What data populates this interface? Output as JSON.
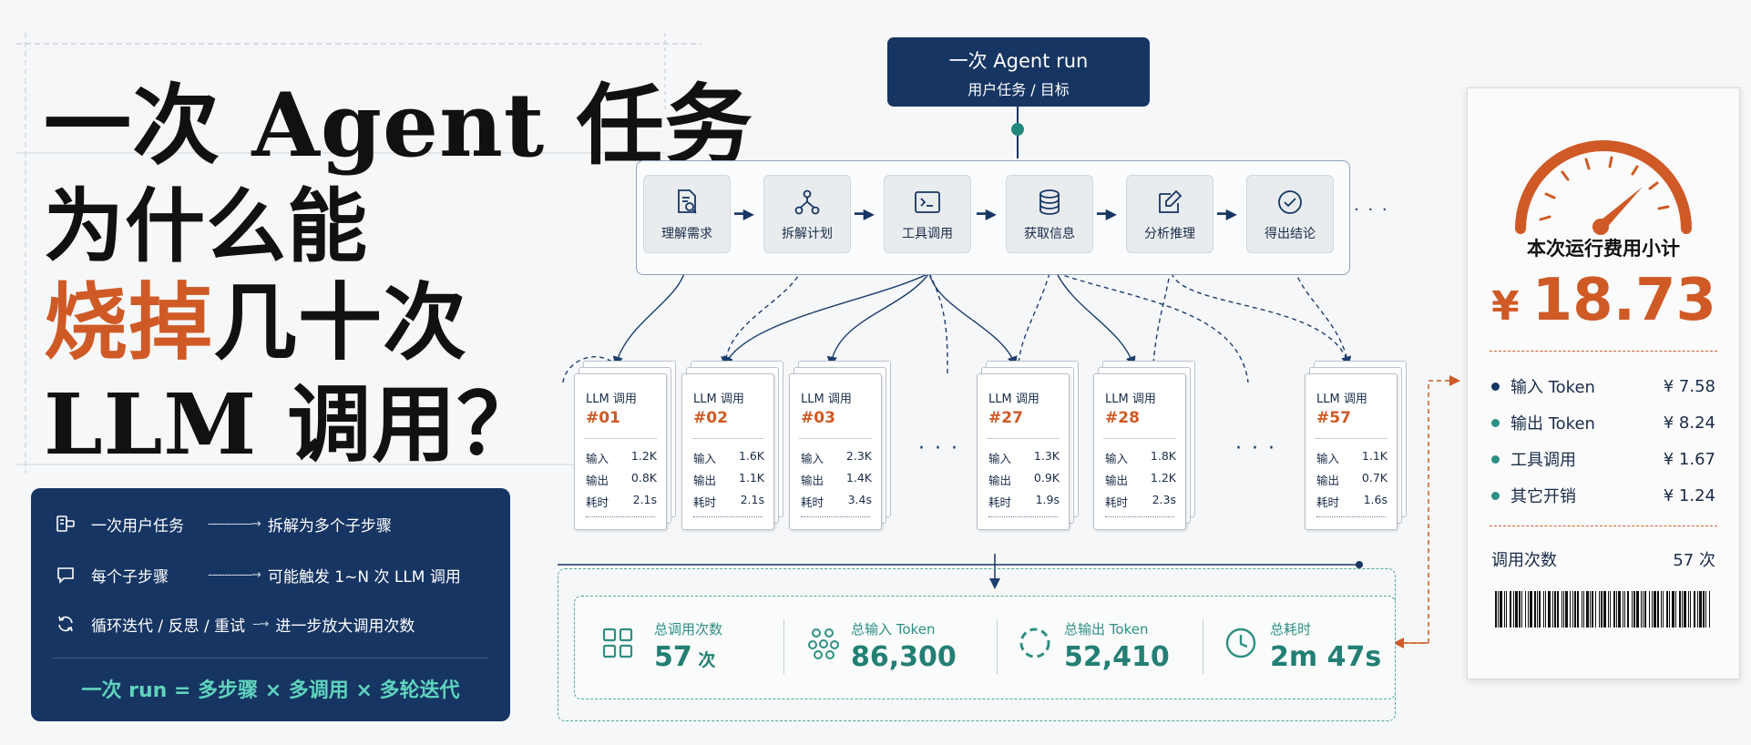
{
  "title": {
    "line1": "一次 Agent 任务",
    "line2": "为什么能",
    "line3_accent": "烧掉",
    "line3_rest": "几十次",
    "line4": "LLM 调用？"
  },
  "info": {
    "rows": [
      {
        "icon": "task-icon",
        "from": "一次用户任务",
        "arrow": "-------------→",
        "to": "拆解为多个子步骤"
      },
      {
        "icon": "chat-bubble-icon",
        "from": "每个子步骤",
        "arrow": "-------------→",
        "to": "可能触发 1~N 次 LLM 调用"
      },
      {
        "icon": "cycle-icon",
        "from": "循环迭代 / 反思 / 重试",
        "arrow": "--→",
        "to": "进一步放大调用次数"
      }
    ],
    "formula": "一次 run = 多步骤 × 多调用 × 多轮迭代"
  },
  "run": {
    "line1": "一次 Agent run",
    "line2": "用户任务 / 目标"
  },
  "steps": [
    {
      "label": "理解需求",
      "icon": "document-search-icon"
    },
    {
      "label": "拆解计划",
      "icon": "tree-split-icon"
    },
    {
      "label": "工具调用",
      "icon": "terminal-icon"
    },
    {
      "label": "获取信息",
      "icon": "database-icon"
    },
    {
      "label": "分析推理",
      "icon": "edit-note-icon"
    },
    {
      "label": "得出结论",
      "icon": "check-circle-icon"
    }
  ],
  "steps_more": "· · ·",
  "cards_ellipsis": "· · ·",
  "card_labels": {
    "title": "LLM 调用",
    "in": "输入",
    "out": "输出",
    "time": "耗时"
  },
  "cards": [
    {
      "num": "#01",
      "in": "1.2K",
      "out": "0.8K",
      "time": "2.1s"
    },
    {
      "num": "#02",
      "in": "1.6K",
      "out": "1.1K",
      "time": "2.1s"
    },
    {
      "num": "#03",
      "in": "2.3K",
      "out": "1.4K",
      "time": "3.4s"
    },
    {
      "num": "#27",
      "in": "1.3K",
      "out": "0.9K",
      "time": "1.9s"
    },
    {
      "num": "#28",
      "in": "1.8K",
      "out": "1.2K",
      "time": "2.3s"
    },
    {
      "num": "#57",
      "in": "1.1K",
      "out": "0.7K",
      "time": "1.6s"
    }
  ],
  "stats": [
    {
      "icon": "grid-icon",
      "label": "总调用次数",
      "value": "57",
      "unit": " 次"
    },
    {
      "icon": "token-cluster-icon",
      "label": "总输入 Token",
      "value": "86,300",
      "unit": ""
    },
    {
      "icon": "dashed-circle-icon",
      "label": "总输出 Token",
      "value": "52,410",
      "unit": ""
    },
    {
      "icon": "clock-icon",
      "label": "总耗时",
      "value": "2m 47s",
      "unit": ""
    }
  ],
  "receipt": {
    "title": "本次运行费用小计",
    "currency": "¥",
    "total": "18.73",
    "items": [
      {
        "name": "输入 Token",
        "amount": "¥ 7.58",
        "color": "#163563"
      },
      {
        "name": "输出 Token",
        "amount": "¥ 8.24",
        "color": "#2e8f83"
      },
      {
        "name": "工具调用",
        "amount": "¥ 1.67",
        "color": "#2e8f83"
      },
      {
        "name": "其它开销",
        "amount": "¥ 1.24",
        "color": "#2e8f83"
      }
    ],
    "calls_label": "调用次数",
    "calls_value": "57 次"
  },
  "colors": {
    "navy": "#163563",
    "accent": "#cf5a26",
    "teal": "#2e8f83"
  }
}
